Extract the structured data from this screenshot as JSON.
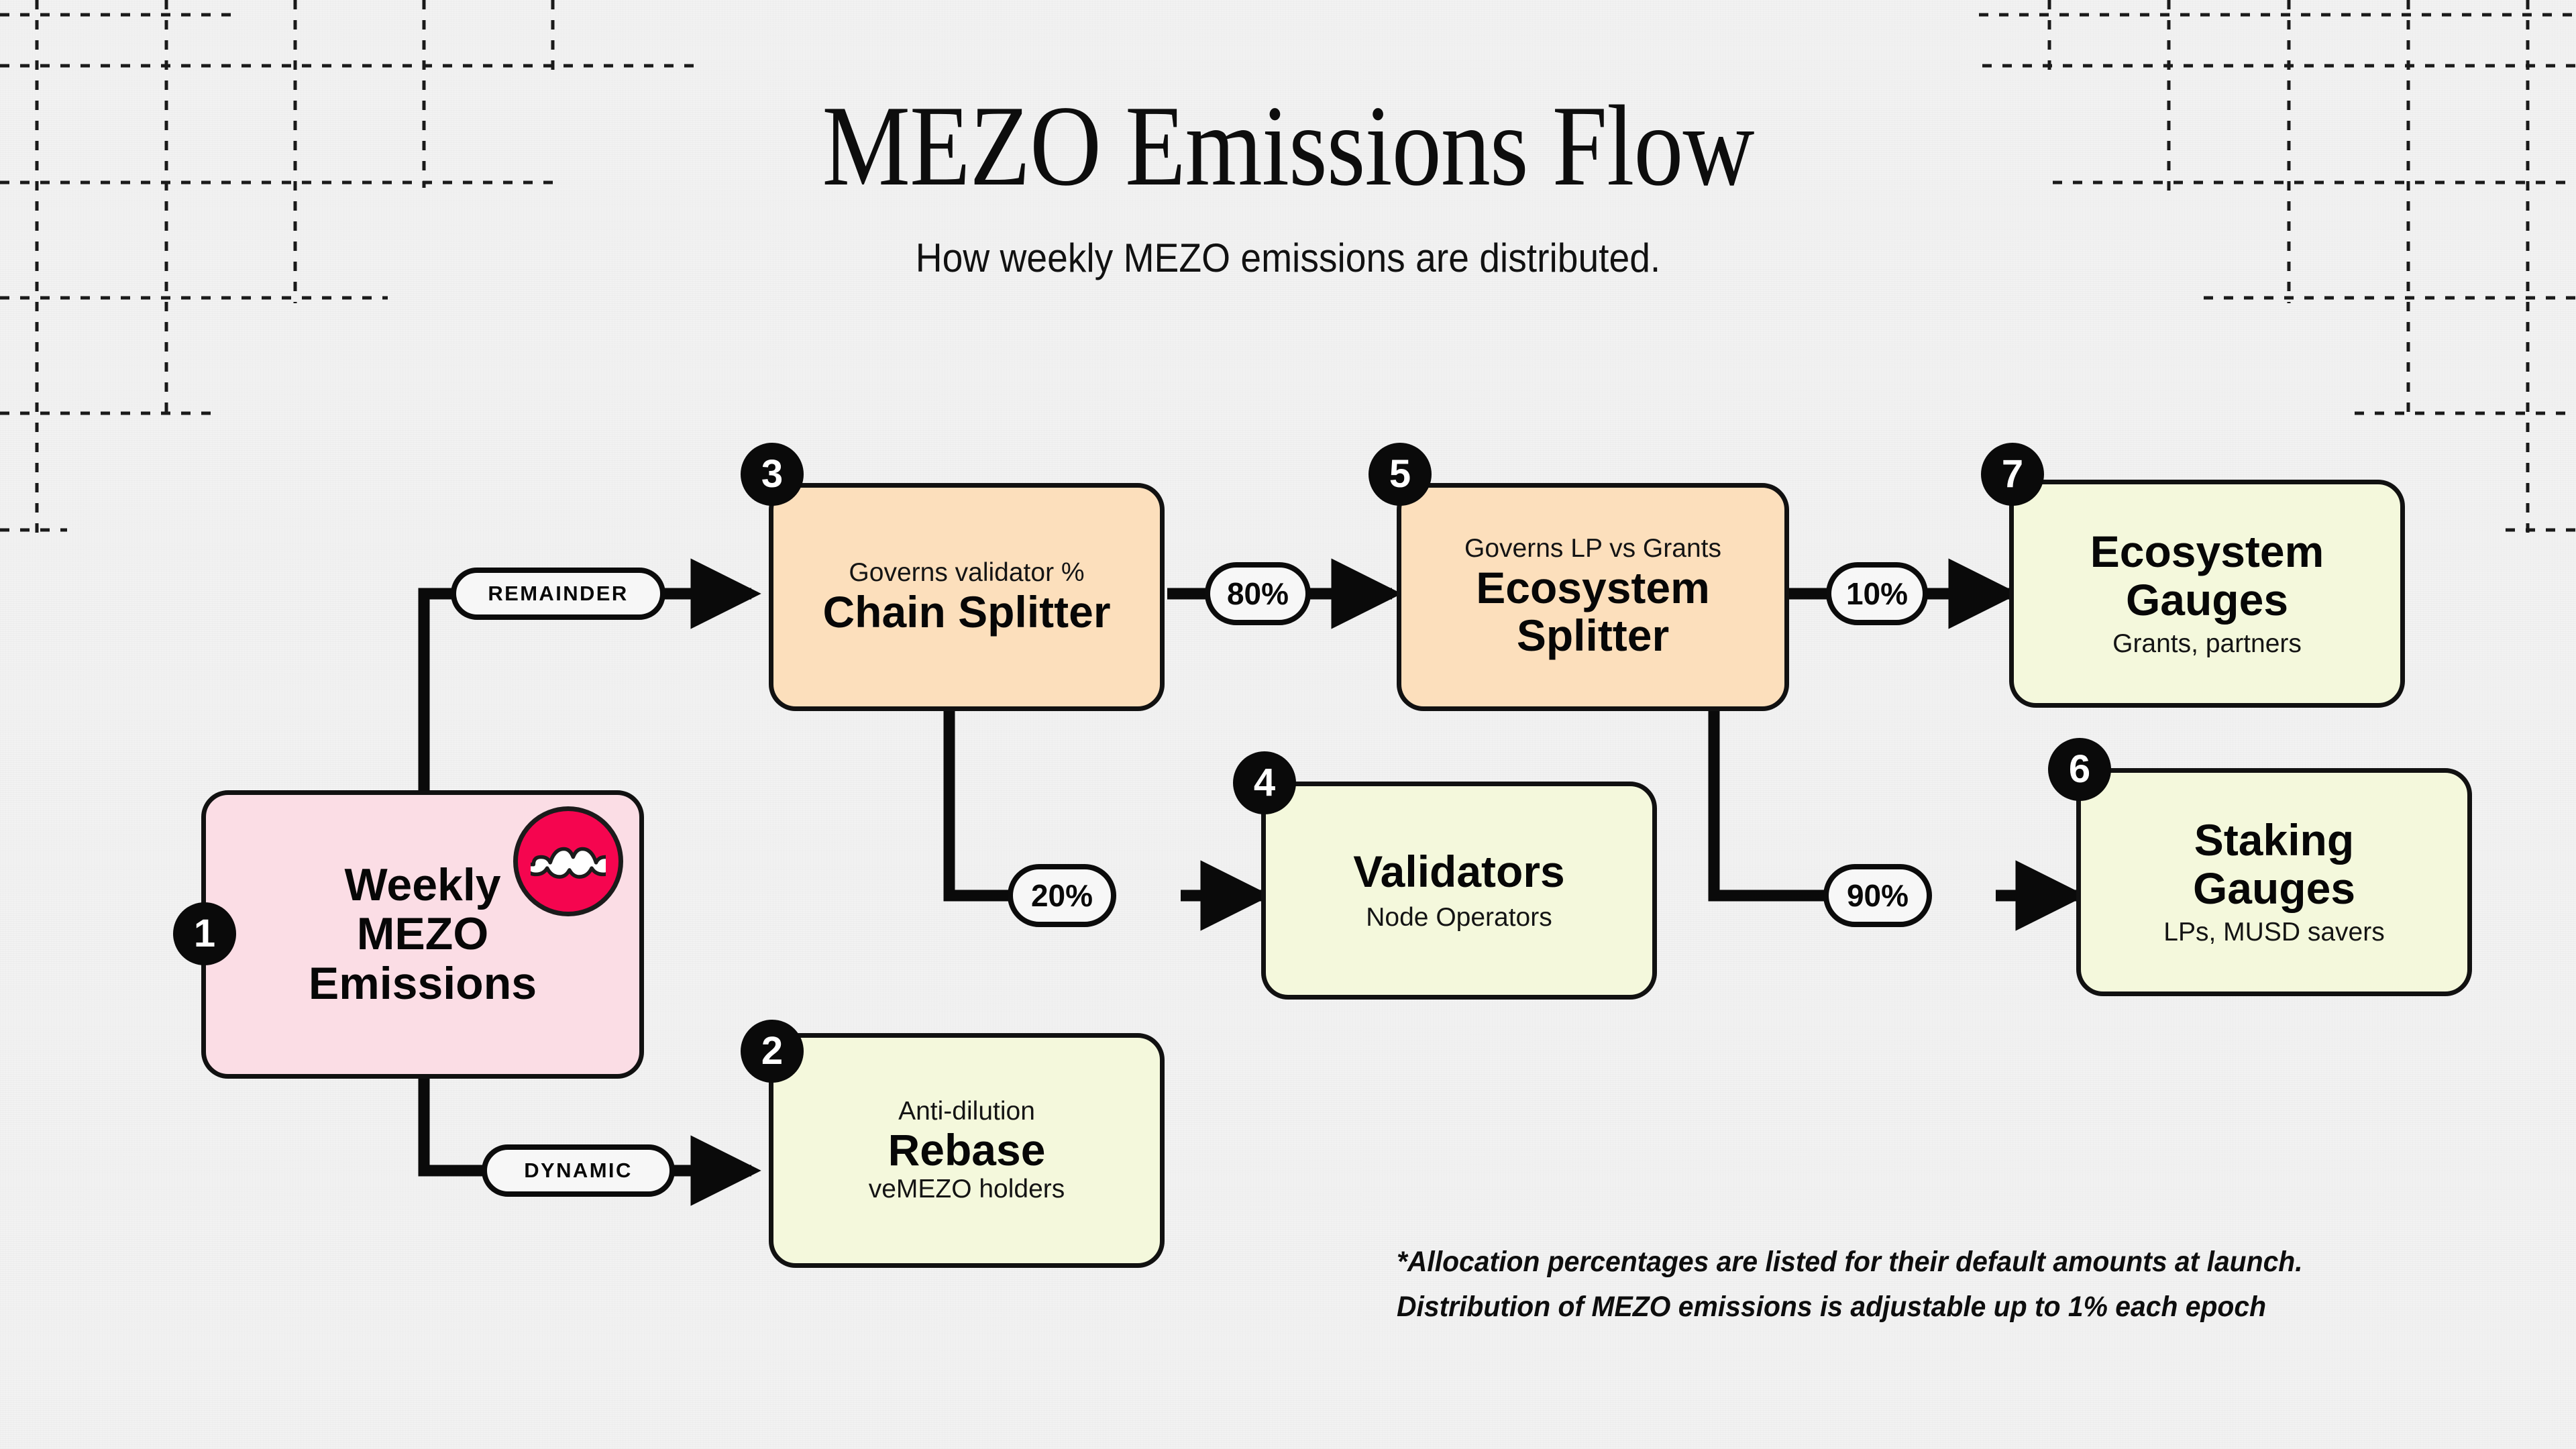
{
  "header": {
    "title": "MEZO Emissions Flow",
    "subtitle": "How weekly MEZO emissions are distributed."
  },
  "nodes": [
    {
      "id": 1,
      "badge": "1",
      "caption": "",
      "name": "Weekly\nMEZO\nEmissions",
      "sub": "",
      "fill": "#fbdde5",
      "logo": "mezo-mustache-logo"
    },
    {
      "id": 2,
      "badge": "2",
      "caption": "Anti-dilution",
      "name": "Rebase",
      "sub": "veMEZO holders",
      "fill": "#f4f8dc"
    },
    {
      "id": 3,
      "badge": "3",
      "caption": "Governs validator %",
      "name": "Chain Splitter",
      "sub": "",
      "fill": "#fcdfbc"
    },
    {
      "id": 4,
      "badge": "4",
      "caption": "",
      "name": "Validators",
      "sub": "Node Operators",
      "fill": "#f4f8dc"
    },
    {
      "id": 5,
      "badge": "5",
      "caption": "Governs LP vs Grants",
      "name": "Ecosystem\nSplitter",
      "sub": "",
      "fill": "#fcdfbc"
    },
    {
      "id": 6,
      "badge": "6",
      "caption": "",
      "name": "Staking\nGauges",
      "sub": "LPs, MUSD savers",
      "fill": "#f4f8dc"
    },
    {
      "id": 7,
      "badge": "7",
      "caption": "",
      "name": "Ecosystem\nGauges",
      "sub": "Grants, partners",
      "fill": "#f4f8dc"
    }
  ],
  "node_text": {
    "n1_line1": "Weekly",
    "n1_line2": "MEZO",
    "n1_line3": "Emissions",
    "n2_caption": "Anti-dilution",
    "n2_name": "Rebase",
    "n2_sub": "veMEZO holders",
    "n3_caption": "Governs validator %",
    "n3_name": "Chain Splitter",
    "n4_name": "Validators",
    "n4_sub": "Node Operators",
    "n5_caption": "Governs LP vs Grants",
    "n5_name_1": "Ecosystem",
    "n5_name_2": "Splitter",
    "n6_name_1": "Staking",
    "n6_name_2": "Gauges",
    "n6_sub": "LPs, MUSD savers",
    "n7_name_1": "Ecosystem",
    "n7_name_2": "Gauges",
    "n7_sub": "Grants, partners"
  },
  "badges": {
    "b1": "1",
    "b2": "2",
    "b3": "3",
    "b4": "4",
    "b5": "5",
    "b6": "6",
    "b7": "7"
  },
  "edges": [
    {
      "from": 1,
      "to": 3,
      "label": "REMAINDER",
      "type": "tag"
    },
    {
      "from": 1,
      "to": 2,
      "label": "DYNAMIC",
      "type": "tag"
    },
    {
      "from": 3,
      "to": 5,
      "label": "80%",
      "type": "pct"
    },
    {
      "from": 3,
      "to": 4,
      "label": "20%",
      "type": "pct"
    },
    {
      "from": 5,
      "to": 7,
      "label": "10%",
      "type": "pct"
    },
    {
      "from": 5,
      "to": 6,
      "label": "90%",
      "type": "pct"
    }
  ],
  "edge_labels": {
    "remainder": "REMAINDER",
    "dynamic": "DYNAMIC",
    "p80": "80%",
    "p20": "20%",
    "p10": "10%",
    "p90": "90%"
  },
  "footnote": {
    "line1": "*Allocation percentages are listed for their default amounts at launch.",
    "line2": "Distribution of MEZO emissions is adjustable up to 1% each epoch"
  },
  "colors": {
    "background": "#f2f2f2",
    "ink": "#0a0a0a",
    "pink": "#fbdde5",
    "peach": "#fcdfbc",
    "lime": "#f4f8dc",
    "brand_crimson": "#f5054f",
    "pill_fill": "#f7f7f7"
  }
}
